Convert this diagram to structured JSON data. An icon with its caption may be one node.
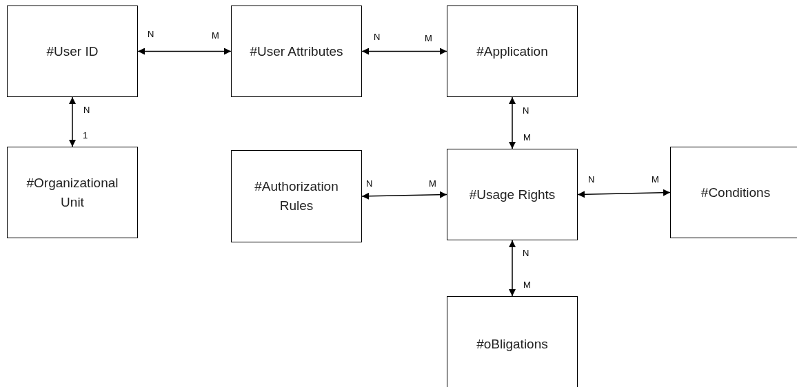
{
  "diagram": {
    "nodes": [
      {
        "text": [
          "#User ID"
        ]
      },
      {
        "text": [
          "#User Attributes"
        ]
      },
      {
        "text": [
          "#Application"
        ]
      },
      {
        "text": [
          "#Organizational Unit"
        ]
      },
      {
        "text": [
          "#Authorization Rules"
        ]
      },
      {
        "text": [
          "#Usage Rights"
        ]
      },
      {
        "text": [
          "#Conditions"
        ]
      },
      {
        "text": [
          "#oBligations"
        ]
      }
    ],
    "edges": [
      {
        "from": 0,
        "to": 1,
        "arrow": "both"
      },
      {
        "from": 1,
        "to": 2,
        "arrow": "both"
      },
      {
        "from": 0,
        "to": 3,
        "arrow": "both"
      },
      {
        "from": 2,
        "to": 5,
        "arrow": "both"
      },
      {
        "from": 4,
        "to": 5,
        "arrow": "both"
      },
      {
        "from": 5,
        "to": 6,
        "arrow": "both"
      },
      {
        "from": 5,
        "to": 7,
        "arrow": "both"
      }
    ],
    "labels": [
      "N",
      "M",
      "N",
      "M",
      "N",
      "1",
      "N",
      "M",
      "N",
      "M",
      "N",
      "M",
      "N",
      "M"
    ]
  }
}
